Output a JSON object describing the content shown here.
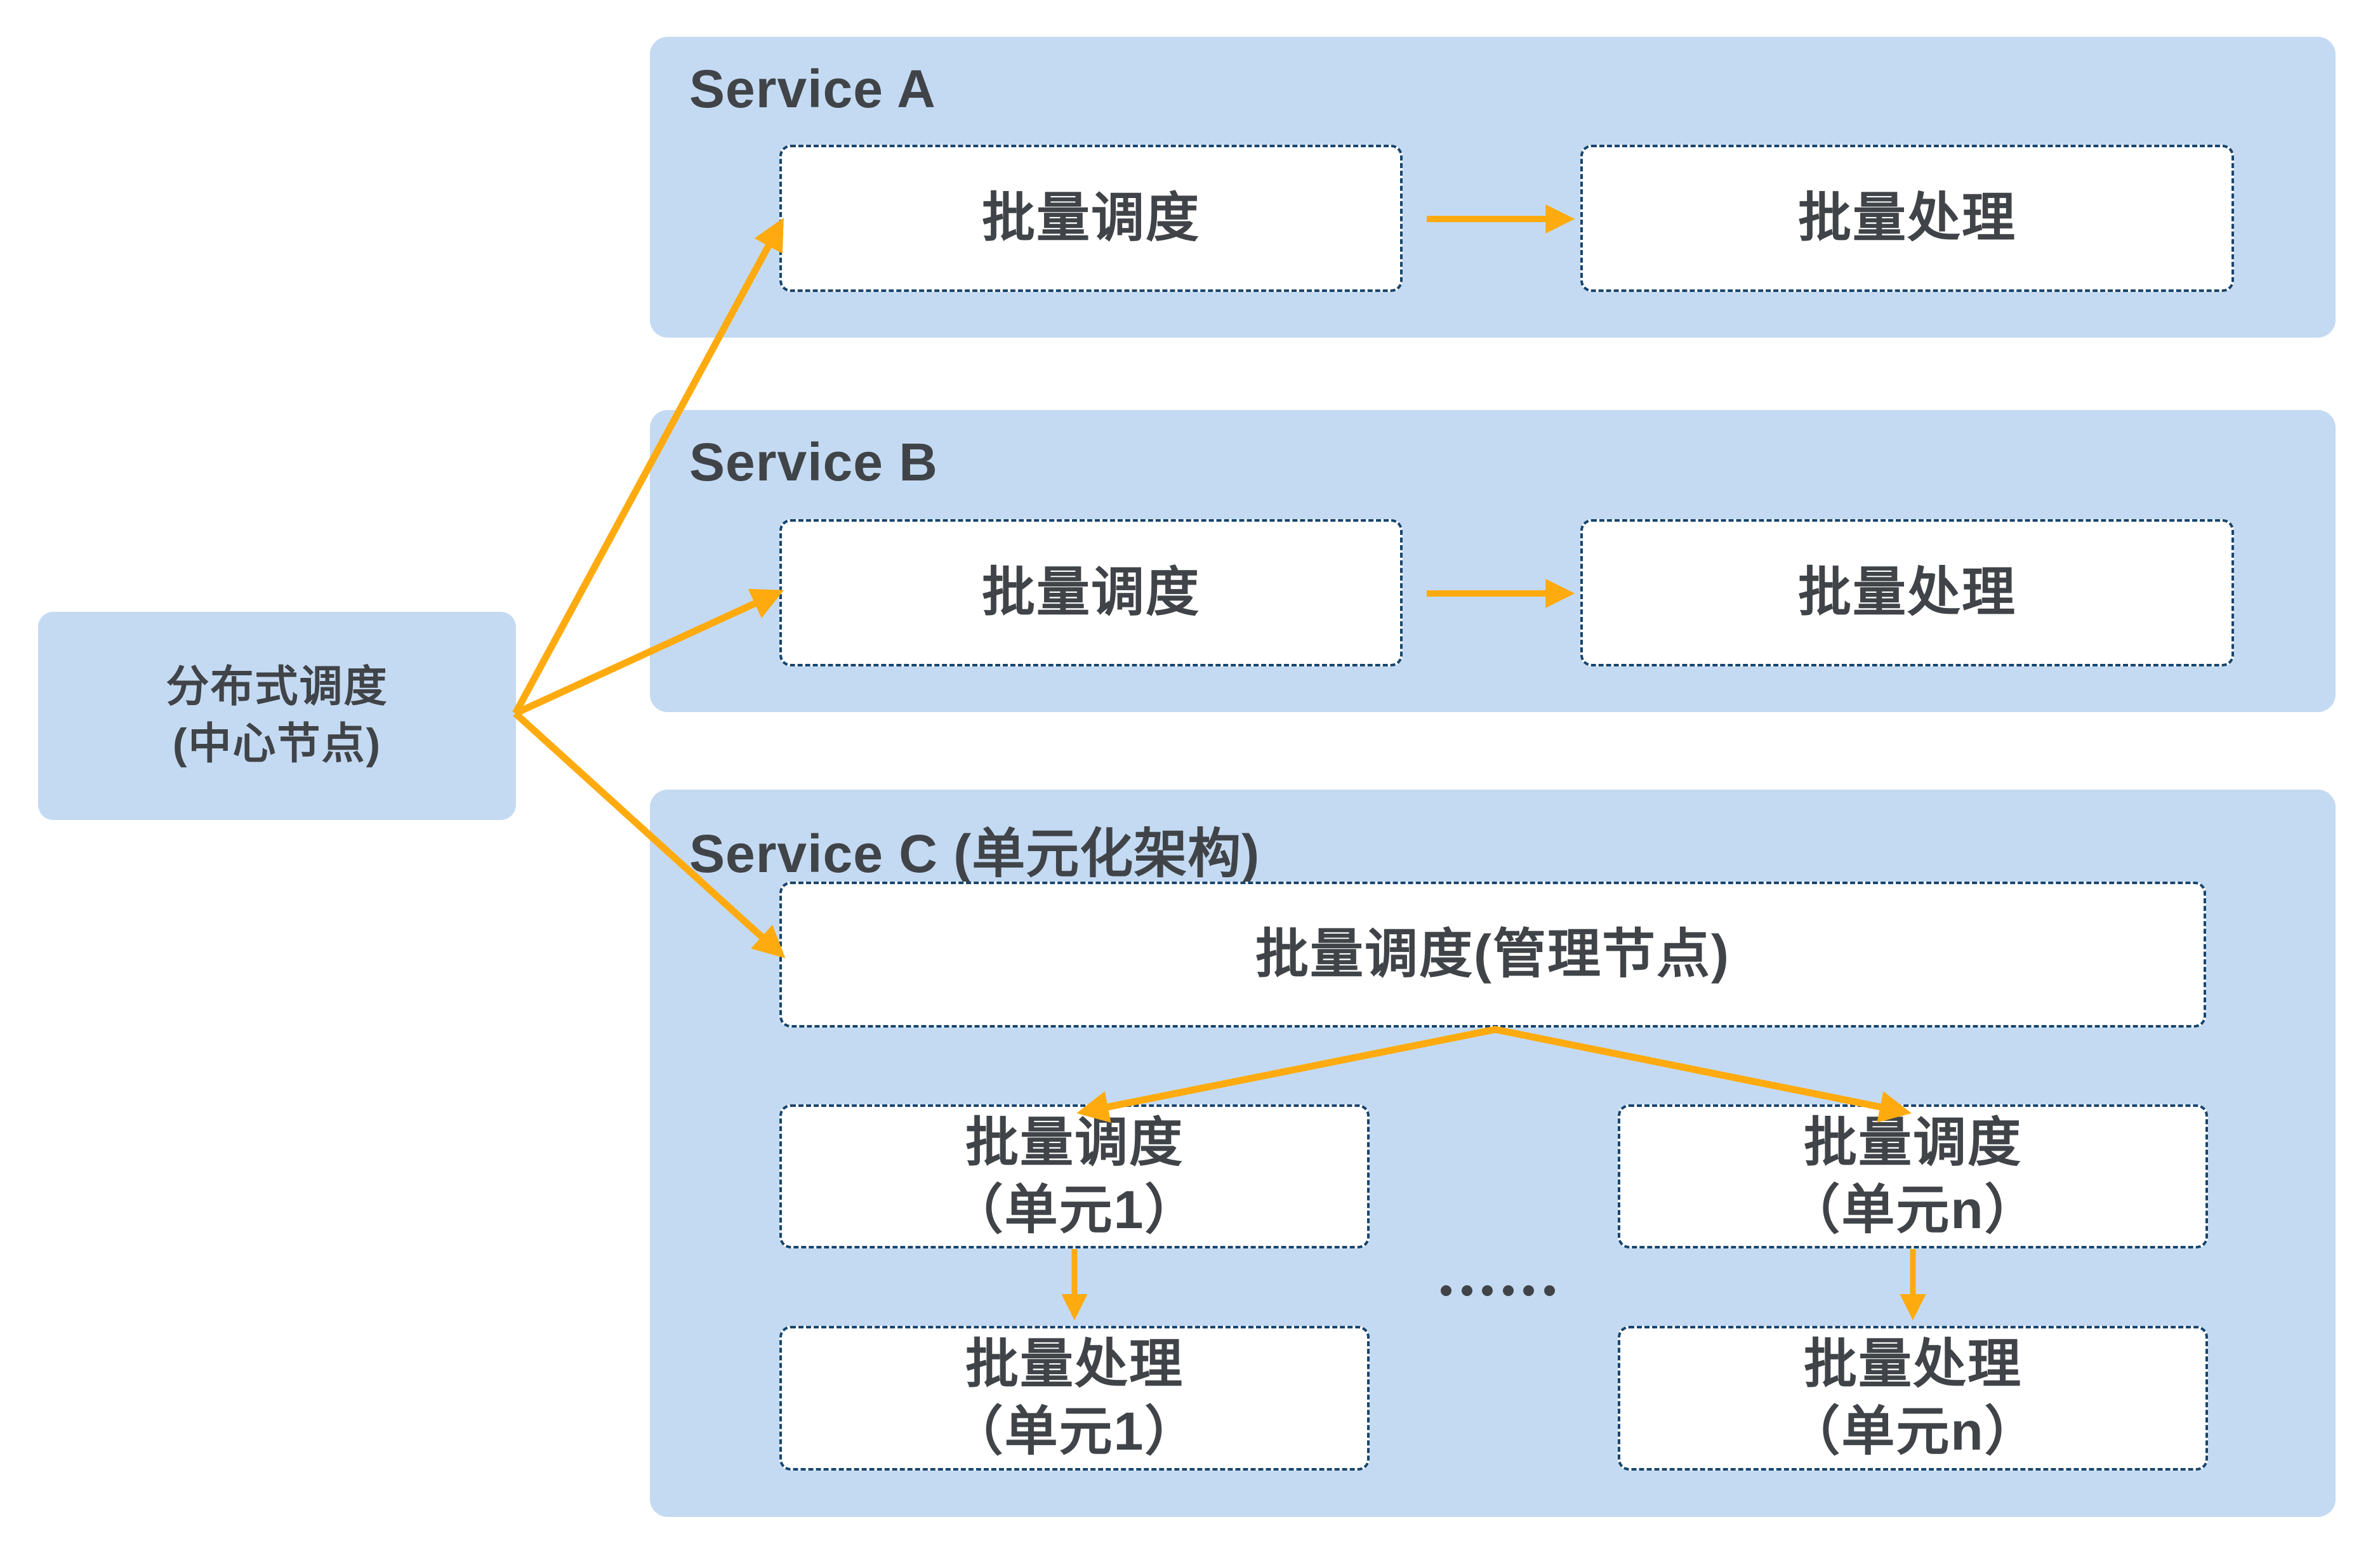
{
  "colors": {
    "panel_fill": "#C4DAF2",
    "box_fill": "#FFFFFF",
    "box_border": "#17456E",
    "text": "#404448",
    "arrow": "#FFAB0F",
    "background": "#FFFFFF"
  },
  "central_node": {
    "line1": "分布式调度",
    "line2": "(中心节点)"
  },
  "service_a": {
    "title": "Service A",
    "scheduler": "批量调度",
    "processor": "批量处理"
  },
  "service_b": {
    "title": "Service B",
    "scheduler": "批量调度",
    "processor": "批量处理"
  },
  "service_c": {
    "title": "Service C (单元化架构)",
    "management": "批量调度(管理节点)",
    "ellipsis": "……",
    "unit1_scheduler_line1": "批量调度",
    "unit1_scheduler_line2": "（单元1）",
    "unitn_scheduler_line1": "批量调度",
    "unitn_scheduler_line2": "（单元n）",
    "unit1_processor_line1": "批量处理",
    "unit1_processor_line2": "（单元1）",
    "unitn_processor_line1": "批量处理",
    "unitn_processor_line2": "（单元n）"
  }
}
